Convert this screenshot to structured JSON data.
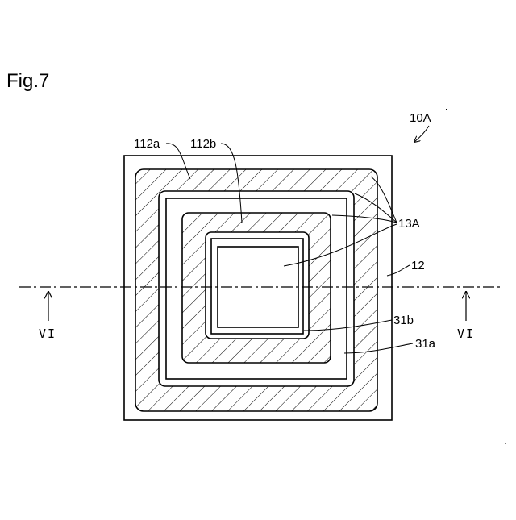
{
  "figure": {
    "title": "Fig.7",
    "labels": {
      "device": "10A",
      "outer_ring_top": "112a",
      "inner_ring_top": "112b",
      "rings": "13A",
      "substrate": "12",
      "inner_ring": "31b",
      "outer_ring": "31a",
      "section_left": "VI",
      "section_right": "VI"
    }
  }
}
